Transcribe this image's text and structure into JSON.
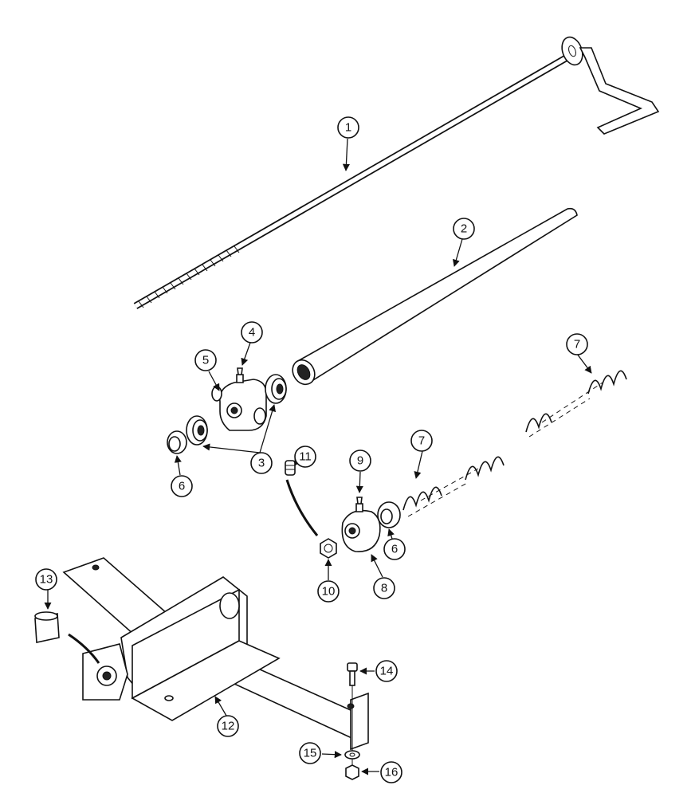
{
  "callouts": {
    "c1": "1",
    "c2": "2",
    "c3": "3",
    "c4": "4",
    "c5": "5",
    "c6a": "6",
    "c6b": "6",
    "c7a": "7",
    "c7b": "7",
    "c8": "8",
    "c9": "9",
    "c10": "10",
    "c11": "11",
    "c12": "12",
    "c13": "13",
    "c14": "14",
    "c15": "15",
    "c16": "16"
  }
}
